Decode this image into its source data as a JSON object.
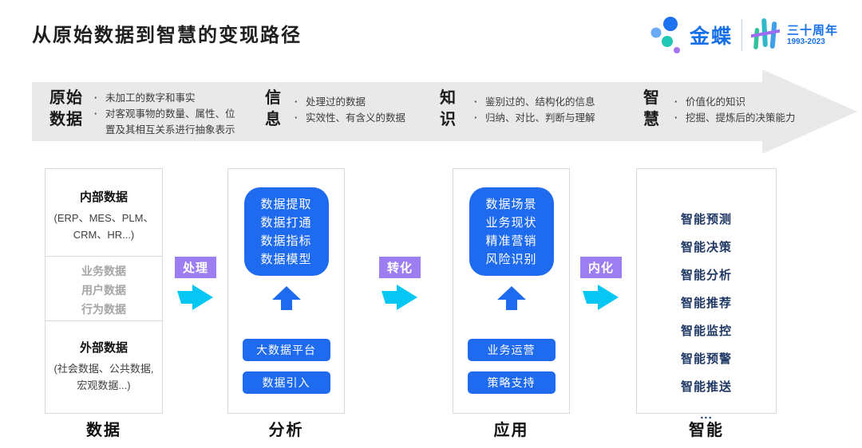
{
  "page": {
    "title": "从原始数据到智慧的变现路径"
  },
  "logo": {
    "brand": "金蝶",
    "anniversary": "三十周年",
    "years": "1993-2023",
    "colors": {
      "brand_blue": "#1670e8",
      "dot_blue": "#1e71f0",
      "dot_light_blue": "#6aabf5",
      "dot_teal": "#1fc7b4",
      "dot_purple": "#a574ef"
    }
  },
  "banner": {
    "color": "#e9e9e9",
    "stages": [
      {
        "name_lines": [
          "原始",
          "数据"
        ],
        "bullets": [
          "未加工的数字和事实",
          "对客观事物的数量、属性、位置及其相互关系进行抽象表示"
        ]
      },
      {
        "name_lines": [
          "信",
          "息"
        ],
        "bullets": [
          "处理过的数据",
          "实效性、有含义的数据"
        ]
      },
      {
        "name_lines": [
          "知",
          "识"
        ],
        "bullets": [
          "鉴别过的、结构化的信息",
          "归纳、对比、判断与理解"
        ]
      },
      {
        "name_lines": [
          "智",
          "慧"
        ],
        "bullets": [
          "价值化的知识",
          "挖掘、提炼后的决策能力"
        ]
      }
    ]
  },
  "columns": [
    {
      "label": "数据",
      "sections": [
        {
          "title": "内部数据",
          "lines": [
            "(ERP、MES、PLM、",
            "CRM、HR...)"
          ]
        },
        {
          "items": [
            "业务数据",
            "用户数据",
            "行为数据"
          ]
        },
        {
          "title": "外部数据",
          "lines": [
            "(社会数据、公共数据,",
            "宏观数据...)"
          ]
        }
      ]
    },
    {
      "label": "分析",
      "panel_lines": [
        "数据提取",
        "数据打通",
        "数据指标",
        "数据模型"
      ],
      "buttons": [
        "大数据平台",
        "数据引入"
      ]
    },
    {
      "label": "应用",
      "panel_lines": [
        "数据场景",
        "业务现状",
        "精准营销",
        "风险识别"
      ],
      "buttons": [
        "业务运营",
        "策略支持"
      ]
    },
    {
      "label": "智能",
      "items": [
        "智能预测",
        "智能决策",
        "智能分析",
        "智能推荐",
        "智能监控",
        "智能预警",
        "智能推送",
        "..."
      ]
    }
  ],
  "flow_arrows": [
    {
      "label": "处理"
    },
    {
      "label": "转化"
    },
    {
      "label": "内化"
    }
  ],
  "colors": {
    "accent_blue": "#1f6bf0",
    "cyan_arrow": "#06c7f3",
    "purple_label": "#9d7df2",
    "navy_text": "#1f3864",
    "banner_gray": "#e9e9e9"
  }
}
